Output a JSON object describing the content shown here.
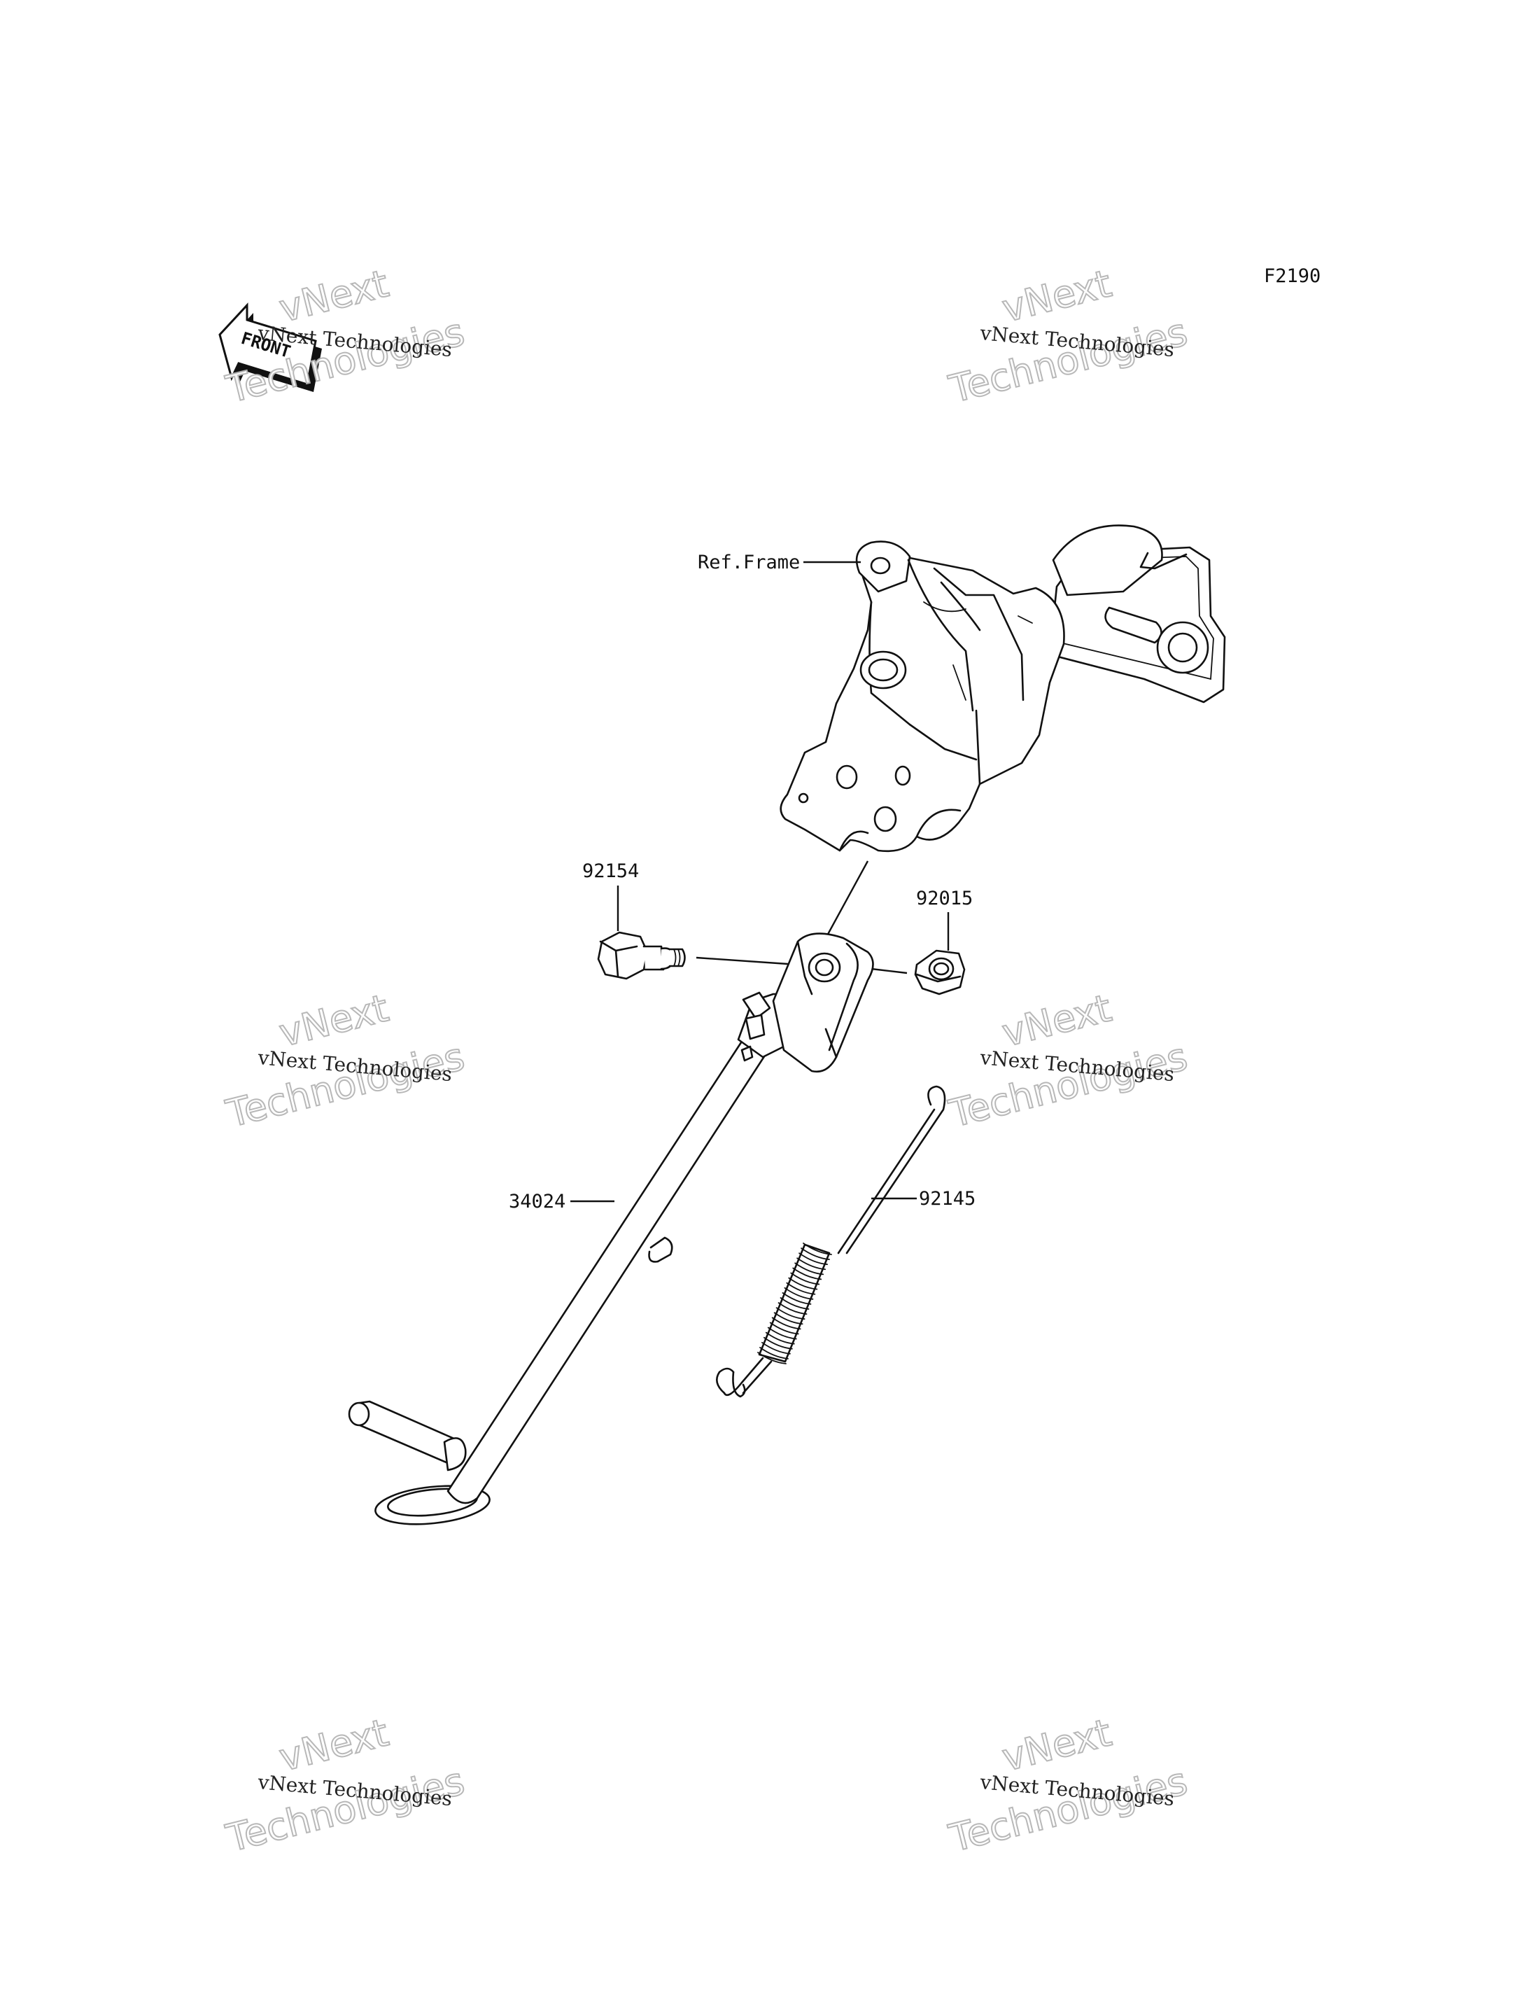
{
  "figure_code": "F2190",
  "front_indicator": "FRONT",
  "watermark": {
    "line1": "vNext Technologies",
    "line2": "vNext",
    "line3": "Technologies"
  },
  "callouts": {
    "frame": "Ref.Frame",
    "bolt": "92154",
    "nut": "92015",
    "stand": "34024",
    "spring": "92145"
  }
}
